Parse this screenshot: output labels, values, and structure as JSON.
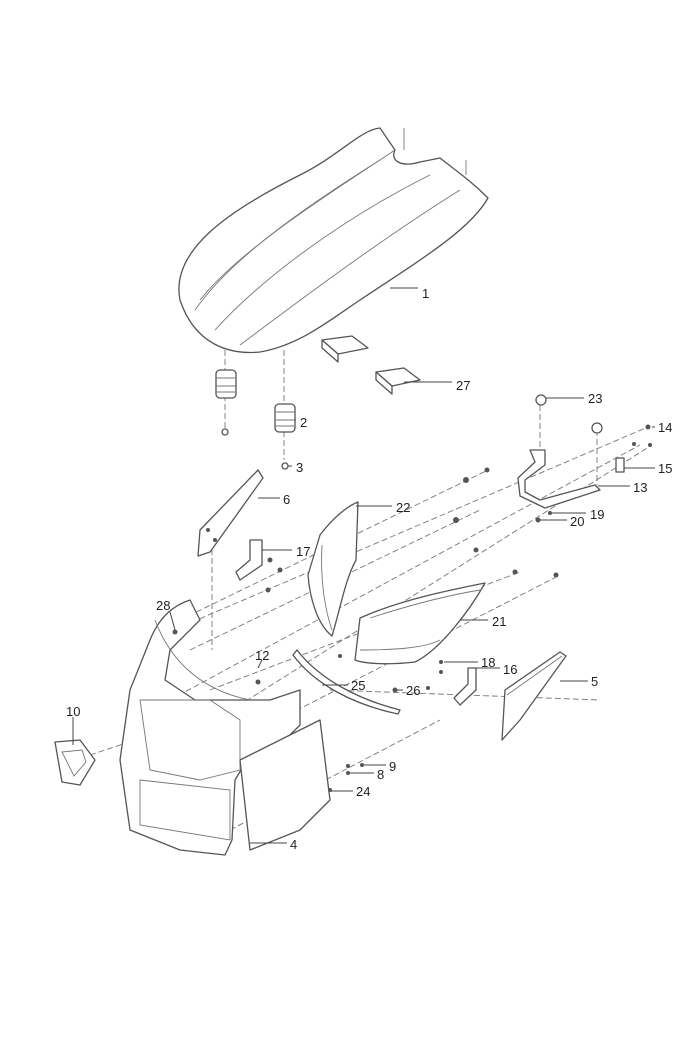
{
  "diagram": {
    "title": "Exploded parts view - seat and front fairing",
    "callouts": {
      "c1": "1",
      "c2": "2",
      "c3": "3",
      "c4": "4",
      "c5": "5",
      "c6": "6",
      "c8": "8",
      "c9": "9",
      "c10": "10",
      "c12": "12",
      "c13": "13",
      "c14": "14",
      "c15": "15",
      "c16": "16",
      "c17": "17",
      "c18": "18",
      "c19": "19",
      "c20": "20",
      "c21": "21",
      "c22": "22",
      "c23": "23",
      "c24": "24",
      "c25": "25",
      "c26": "26",
      "c27": "27",
      "c28": "28"
    },
    "colors": {
      "line": "#555555",
      "text": "#222222",
      "background": "#ffffff"
    }
  }
}
